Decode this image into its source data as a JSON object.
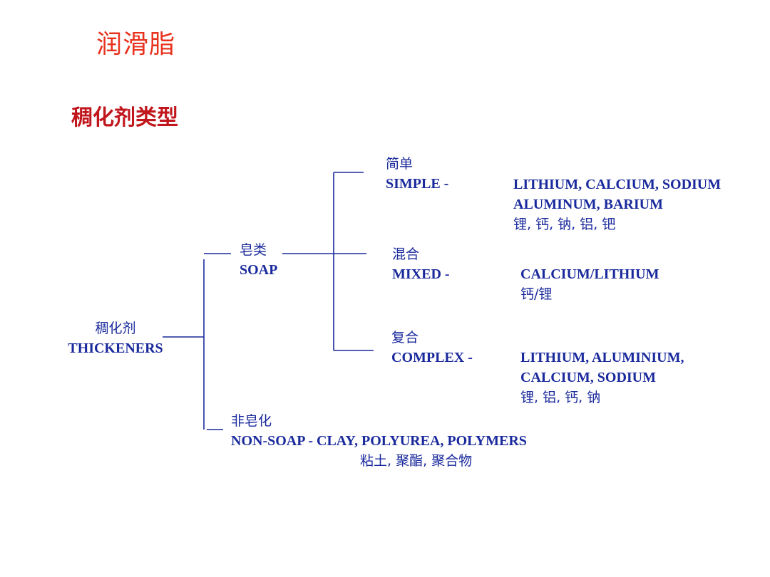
{
  "slide": {
    "title": "润滑脂",
    "subtitle": "稠化剂类型"
  },
  "root": {
    "cn": "稠化剂",
    "en": "THICKENERS"
  },
  "soap": {
    "cn": "皂类",
    "en": "SOAP"
  },
  "simple": {
    "cn": "简单",
    "en": "SIMPLE -",
    "detail_line1": "LITHIUM, CALCIUM, SODIUM",
    "detail_line2": "ALUMINUM, BARIUM",
    "detail_cn": "锂, 钙, 钠, 铝, 钯"
  },
  "mixed": {
    "cn": "混合",
    "en": "MIXED -",
    "detail_line1": "CALCIUM/LITHIUM",
    "detail_cn": "钙/锂"
  },
  "complex": {
    "cn": "复合",
    "en": "COMPLEX -",
    "detail_line1": "LITHIUM, ALUMINIUM,",
    "detail_line2": "CALCIUM, SODIUM",
    "detail_cn": "锂, 铝, 钙, 钠"
  },
  "nonsoap": {
    "cn": "非皂化",
    "en": "NON-SOAP - CLAY, POLYUREA, POLYMERS",
    "detail_cn": "粘土, 聚酯, 聚合物"
  },
  "colors": {
    "title": "#e8321e",
    "subtitle": "#c0161c",
    "diagram": "#1a2a9c"
  }
}
